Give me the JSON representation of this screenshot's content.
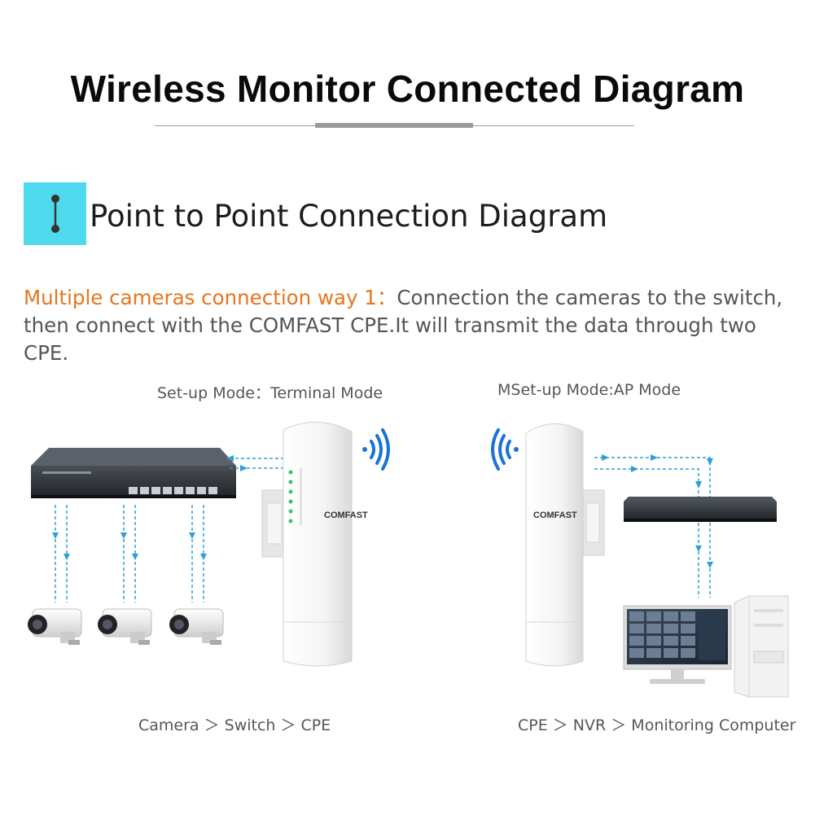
{
  "header": {
    "title": "Wireless Monitor Connected Diagram"
  },
  "section": {
    "title": "Point to Point Connection Diagram"
  },
  "description": {
    "highlight": "Multiple cameras connection way 1：",
    "text": "Connection the cameras to the switch, then connect with the COMFAST CPE.It will transmit the data through two CPE."
  },
  "left": {
    "mode_label": "Set-up Mode：Terminal Mode",
    "flow_label": "Camera ＞ Switch ＞ CPE",
    "cpe_brand": "COMFAST"
  },
  "right": {
    "mode_label": "MSet-up Mode:AP Mode",
    "flow_label": "CPE ＞ NVR ＞ Monitoring Computer",
    "cpe_brand": "COMFAST"
  },
  "colors": {
    "accent_cyan": "#4fd9ec",
    "highlight_orange": "#e8741e",
    "arrow_blue": "#2e9fd6",
    "wifi_blue": "#1a73d9"
  },
  "icons": [
    "endpoints-icon",
    "wifi-signal-icon",
    "arrow-icon",
    "network-switch",
    "cctv-camera",
    "cpe-device",
    "nvr-device",
    "monitor",
    "pc-tower"
  ]
}
